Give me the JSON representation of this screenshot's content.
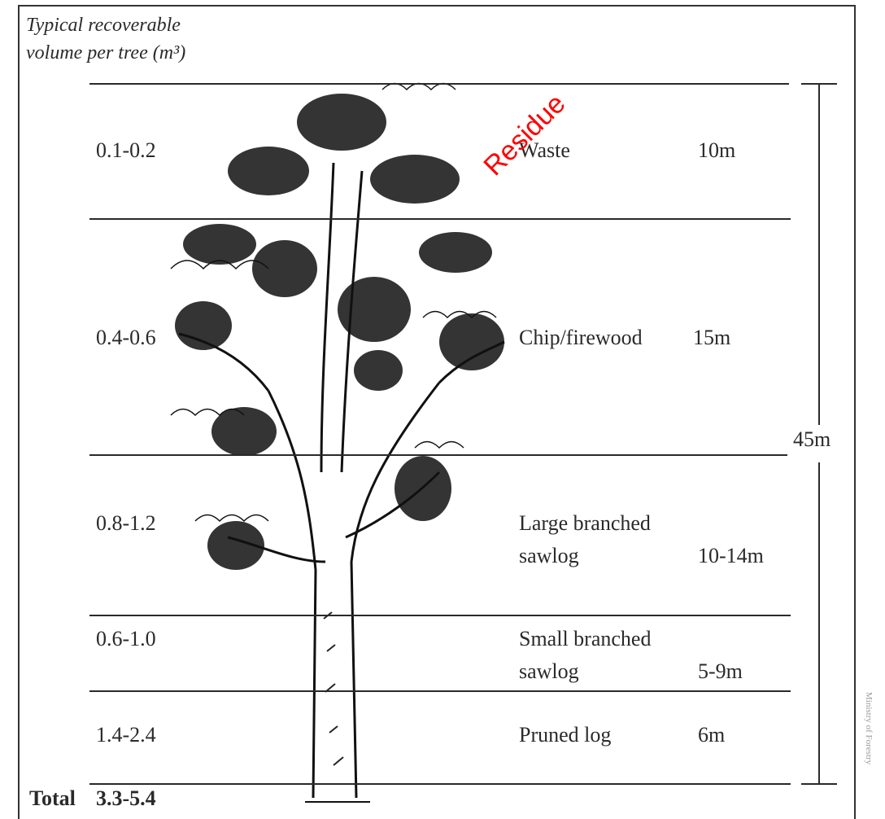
{
  "header": {
    "line1": "Typical recoverable",
    "line2": "volume per tree (m³)"
  },
  "rows": [
    {
      "volume": "0.1-0.2",
      "label": "Waste",
      "length": "10m"
    },
    {
      "volume": "0.4-0.6",
      "label": "Chip/firewood",
      "length": "15m"
    },
    {
      "volume": "0.8-1.2",
      "label": "Large branched",
      "label2": "sawlog",
      "length": "10-14m"
    },
    {
      "volume": "0.6-1.0",
      "label": "Small branched",
      "label2": "sawlog",
      "length": "5-9m"
    },
    {
      "volume": "1.4-2.4",
      "label": "Pruned log",
      "length": "6m"
    }
  ],
  "total": {
    "label": "Total",
    "value": "3.3-5.4"
  },
  "height_label": "45m",
  "annotation": {
    "text": "Residue",
    "color": "#ff0000"
  },
  "credit": "Ministry of Forestry"
}
